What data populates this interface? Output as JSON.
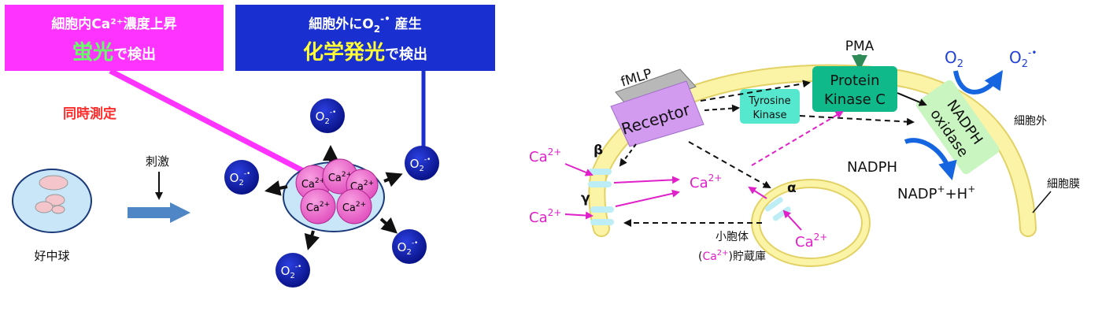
{
  "left_panel": {
    "fluor_box": {
      "line1": "細胞内Ca²⁺濃度上昇",
      "line2_em": "蛍光",
      "line2_rest": "で検出",
      "color": "#ff33ff"
    },
    "chem_box": {
      "line1_a": "細胞外にO",
      "line1_sub": "2",
      "line1_sup": "-•",
      "line1_b": " 産生",
      "line2_em": "化学発光",
      "line2_rest": "で検出",
      "color": "#1a2fd0"
    },
    "simultaneous": "同時測定",
    "stimulus": "刺激",
    "neutrophil": "好中球",
    "o2_radical": {
      "base": "O",
      "sub": "2",
      "sup": "-•"
    },
    "ca_label": {
      "base": "Ca",
      "sup": "2+"
    },
    "colors": {
      "o2_ball": "#0a1aa8",
      "ca_ball": "#ee66cc",
      "cell": "#c8e6f8"
    }
  },
  "right_panel": {
    "fmlp": "fMLP",
    "receptor": "Receptor",
    "pma": "PMA",
    "pkc": {
      "line1": "Protein",
      "line2": "Kinase C"
    },
    "tyrosine": {
      "line1": "Tyrosine",
      "line2": "Kinase"
    },
    "nadph_oxidase": {
      "line1": "NADPH",
      "line2": "oxidase"
    },
    "o2": {
      "base": "O",
      "sub": "2"
    },
    "o2_radical": {
      "base": "O",
      "sub": "2",
      "sup": "-•"
    },
    "ca": {
      "base": "Ca",
      "sup": "2+"
    },
    "beta": "β",
    "gamma": "γ",
    "alpha": "α",
    "nadph": "NADPH",
    "nadp": {
      "a": "NADP",
      "a_sup": "+",
      "b": "+H",
      "b_sup": "+"
    },
    "extracellular": "細胞外",
    "membrane": "細胞膜",
    "store": {
      "line1": "小胞体",
      "line2_open": "(",
      "line2_ca": "Ca",
      "line2_sup": "2+",
      "line2_close": ")貯蔵庫"
    },
    "colors": {
      "membrane": "#fbf4a6",
      "membrane_edge": "#e8d96a",
      "receptor": "#d29bf0",
      "pkc": "#10b98a",
      "tyrosine": "#55e8cf",
      "nadph_oxidase": "#c8f5c0",
      "ca_text": "#e020c8",
      "o2_text": "#1f3fd8",
      "arrow_blue": "#1565e0",
      "pma_arrow": "#2e8b57"
    }
  }
}
